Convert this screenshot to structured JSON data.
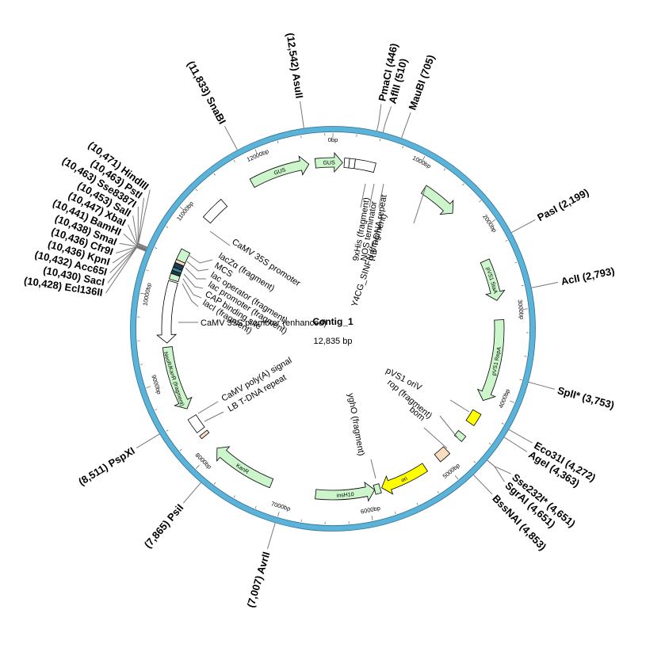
{
  "map": {
    "name": "Contig_1",
    "length_label": "12,835 bp",
    "total_bp": 12835,
    "colors": {
      "backbone": "#5bb3d9",
      "backbone_stroke": "#2f6f8f",
      "feature_green": "#ccf5cc",
      "origin_yellow": "#ffff00",
      "bom_peach": "#fadcbe",
      "lacz_dark": "#1f3b55"
    },
    "ticks": [
      {
        "bp": 0,
        "label": "0bp"
      },
      {
        "bp": 1000,
        "label": "1000bp"
      },
      {
        "bp": 2000,
        "label": "2000bp"
      },
      {
        "bp": 3000,
        "label": "3000bp"
      },
      {
        "bp": 4000,
        "label": "4000bp"
      },
      {
        "bp": 5000,
        "label": "5000bp"
      },
      {
        "bp": 6000,
        "label": "6000bp"
      },
      {
        "bp": 7000,
        "label": "7000bp"
      },
      {
        "bp": 8000,
        "label": "8000bp"
      },
      {
        "bp": 9000,
        "label": "9000bp"
      },
      {
        "bp": 10000,
        "label": "10000bp"
      },
      {
        "bp": 11000,
        "label": "11000bp"
      },
      {
        "bp": 12000,
        "label": "12000bp"
      }
    ],
    "sites": [
      {
        "bp": 446,
        "label": "PmaCI (446)"
      },
      {
        "bp": 510,
        "label": "AflII (510)"
      },
      {
        "bp": 705,
        "label": "MauBI (705)"
      },
      {
        "bp": 2199,
        "label": "PasI (2,199)"
      },
      {
        "bp": 2793,
        "label": "AclI (2,793)"
      },
      {
        "bp": 3753,
        "label": "SplI* (3,753)"
      },
      {
        "bp": 4272,
        "label": "Eco31I (4,272)"
      },
      {
        "bp": 4363,
        "label": "AgeI (4,363)"
      },
      {
        "bp": 4651,
        "label": "Sse232I* (4,651)"
      },
      {
        "bp": 4651,
        "label": "SgrAI (4,651)"
      },
      {
        "bp": 4853,
        "label": "BssNAI (4,853)"
      },
      {
        "bp": 7007,
        "label": "(7,007) AvrII"
      },
      {
        "bp": 7865,
        "label": "(7,865) PsiI"
      },
      {
        "bp": 8511,
        "label": "(8,511) PspXI"
      },
      {
        "bp": 10428,
        "label": "(10,428) Ecl136II"
      },
      {
        "bp": 10430,
        "label": "(10,430) SacI"
      },
      {
        "bp": 10432,
        "label": "(10,432) Acc65I"
      },
      {
        "bp": 10436,
        "label": "(10,436) KpnI"
      },
      {
        "bp": 10436,
        "label": "(10,436) Cfr9I"
      },
      {
        "bp": 10438,
        "label": "(10,438) SmaI"
      },
      {
        "bp": 10441,
        "label": "(10,441) BamHI"
      },
      {
        "bp": 10447,
        "label": "(10,447) XbaI"
      },
      {
        "bp": 10453,
        "label": "(10,453) SalI"
      },
      {
        "bp": 10463,
        "label": "(10,463) Sse8387I"
      },
      {
        "bp": 10463,
        "label": "(10,463) PstI"
      },
      {
        "bp": 10471,
        "label": "(10,471) HindIII"
      },
      {
        "bp": 11833,
        "label": "(11,833) SnaBI"
      },
      {
        "bp": 12542,
        "label": "(12,542) AsuII"
      }
    ],
    "features": [
      {
        "start": 11800,
        "end": 12540,
        "label": "GUS",
        "fill": "green",
        "arrow": "cw"
      },
      {
        "start": 12620,
        "end": 120,
        "label": "GUS",
        "fill": "green",
        "arrow": "cw"
      },
      {
        "start": 140,
        "end": 200,
        "label": "",
        "fill": "white",
        "arrow": "none"
      },
      {
        "start": 200,
        "end": 270,
        "label": "",
        "fill": "white",
        "arrow": "none"
      },
      {
        "start": 270,
        "end": 520,
        "label": "",
        "fill": "white",
        "arrow": "none"
      },
      {
        "start": 1180,
        "end": 1640,
        "label": "",
        "fill": "green",
        "arrow": "cw"
      },
      {
        "start": 2350,
        "end": 2860,
        "label": "pVS1 StaA",
        "fill": "green",
        "arrow": "cw"
      },
      {
        "start": 3100,
        "end": 4120,
        "label": "pVS1 RepA",
        "fill": "green",
        "arrow": "cw"
      },
      {
        "start": 4280,
        "end": 4440,
        "label": "",
        "fill": "yellow",
        "arrow": "none"
      },
      {
        "start": 4600,
        "end": 4680,
        "label": "",
        "fill": "green",
        "arrow": "none"
      },
      {
        "start": 4880,
        "end": 5030,
        "label": "",
        "fill": "peach",
        "arrow": "none"
      },
      {
        "start": 5220,
        "end": 5810,
        "label": "ori",
        "fill": "yellow",
        "arrow": "cw"
      },
      {
        "start": 5830,
        "end": 5900,
        "label": "",
        "fill": "green",
        "arrow": "none"
      },
      {
        "start": 5900,
        "end": 6630,
        "label": "insH10",
        "fill": "green",
        "arrow": "ccw"
      },
      {
        "start": 7190,
        "end": 7990,
        "label": "KanR",
        "fill": "green",
        "arrow": "cw"
      },
      {
        "start": 8200,
        "end": 8240,
        "label": "",
        "fill": "peach",
        "arrow": "none"
      },
      {
        "start": 8290,
        "end": 8480,
        "label": "",
        "fill": "white",
        "arrow": "none"
      },
      {
        "start": 8600,
        "end": 9400,
        "label": "NeoR/KanR (fragment)",
        "fill": "green",
        "arrow": "ccw"
      },
      {
        "start": 9450,
        "end": 10210,
        "label": "",
        "fill": "white",
        "arrow": "ccw"
      },
      {
        "start": 10230,
        "end": 10300,
        "label": "",
        "fill": "green",
        "arrow": "none"
      },
      {
        "start": 10300,
        "end": 10340,
        "label": "",
        "fill": "dark",
        "arrow": "none"
      },
      {
        "start": 10340,
        "end": 10380,
        "label": "",
        "fill": "teal",
        "arrow": "none"
      },
      {
        "start": 10380,
        "end": 10440,
        "label": "",
        "fill": "dark",
        "arrow": "none"
      },
      {
        "start": 10440,
        "end": 10480,
        "label": "",
        "fill": "peach",
        "arrow": "none"
      },
      {
        "start": 10480,
        "end": 10620,
        "label": "",
        "fill": "green",
        "arrow": "none"
      },
      {
        "start": 11080,
        "end": 11380,
        "label": "",
        "fill": "white",
        "arrow": "none"
      }
    ],
    "feature_labels": [
      {
        "text": "9xHis (fragment)"
      },
      {
        "text": "RB T-DNA repeat"
      },
      {
        "text": "NOS terminator"
      },
      {
        "text": "Y4CG_SINFN (fragment)"
      },
      {
        "text": "pVS1 oriV"
      },
      {
        "text": "rop (fragment)"
      },
      {
        "text": "bom"
      },
      {
        "text": "yghO (fragment)"
      },
      {
        "text": "CaMV poly(A) signal"
      },
      {
        "text": "LB T-DNA repeat"
      },
      {
        "text": "CaMV 35S promoter (enhanced)"
      },
      {
        "text": "CaMV 35S promoter"
      },
      {
        "text": "lacZα (fragment)"
      },
      {
        "text": "MCS"
      },
      {
        "text": "lac operator (fragment)"
      },
      {
        "text": "lac promoter (fragment)"
      },
      {
        "text": "CAP binding site"
      },
      {
        "text": "lacI (fragment)"
      }
    ]
  }
}
